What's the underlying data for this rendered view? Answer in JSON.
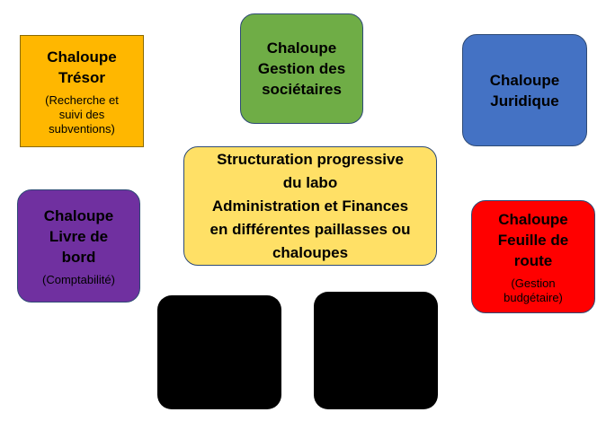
{
  "boxes": {
    "tresor": {
      "title_lines": [
        "Chaloupe",
        "Trésor"
      ],
      "subtitle_lines": [
        "(Recherche et",
        "suivi des",
        "subventions)"
      ]
    },
    "gestion": {
      "title_lines": [
        "Chaloupe",
        "Gestion des",
        "sociétaires"
      ]
    },
    "juridique": {
      "title_lines": [
        "Chaloupe",
        "Juridique"
      ]
    },
    "center": {
      "title_lines": [
        "Structuration progressive",
        "du labo",
        "Administration et Finances",
        "en différentes paillasses ou",
        "chaloupes"
      ]
    },
    "livre": {
      "title_lines": [
        "Chaloupe",
        "Livre de",
        "bord"
      ],
      "subtitle_lines": [
        "(Comptabilité)"
      ]
    },
    "feuille": {
      "title_lines": [
        "Chaloupe",
        "Feuille de",
        "route"
      ],
      "subtitle_lines": [
        "(Gestion",
        "budgétaire)"
      ]
    }
  },
  "colors": {
    "tresor": "#ffb700",
    "gestion": "#6fad46",
    "juridique": "#4472c4",
    "center": "#ffe066",
    "livre": "#7030a0",
    "feuille": "#ff0000",
    "redacted": "#000000"
  }
}
